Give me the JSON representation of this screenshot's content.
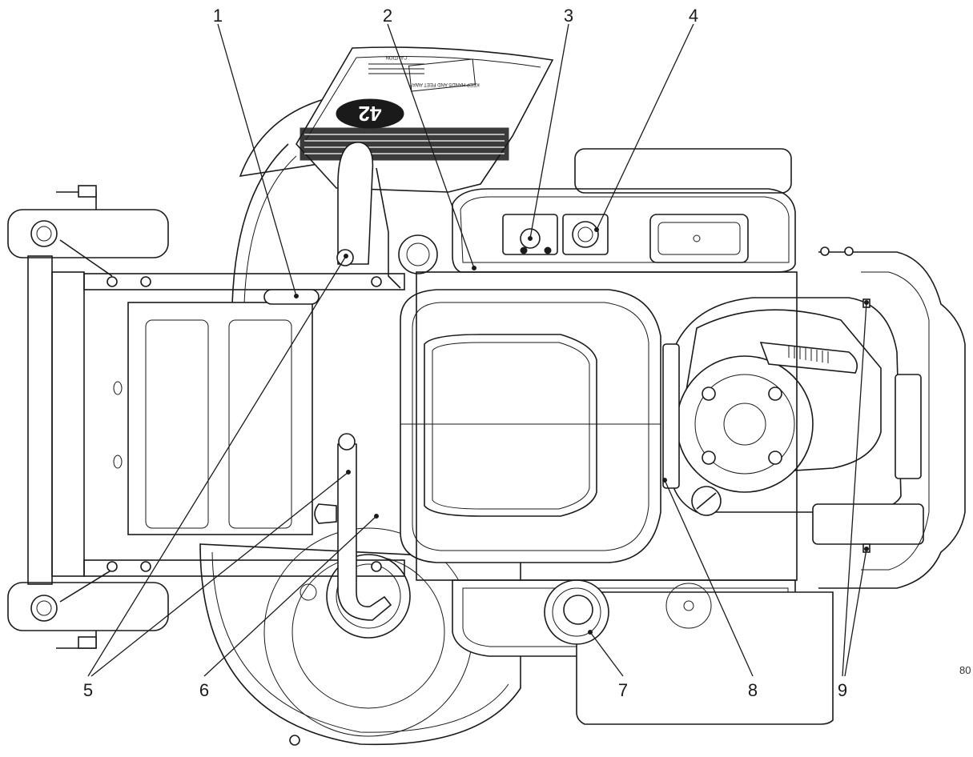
{
  "callouts": [
    {
      "number": "1"
    },
    {
      "number": "2"
    },
    {
      "number": "3"
    },
    {
      "number": "4"
    },
    {
      "number": "5"
    },
    {
      "number": "6"
    },
    {
      "number": "7"
    },
    {
      "number": "8"
    },
    {
      "number": "9"
    }
  ],
  "figure_code": "80",
  "deck_logo": "42",
  "decal_text": [
    "CAUTION",
    "KEEP HANDS AND FEET AWAY"
  ]
}
